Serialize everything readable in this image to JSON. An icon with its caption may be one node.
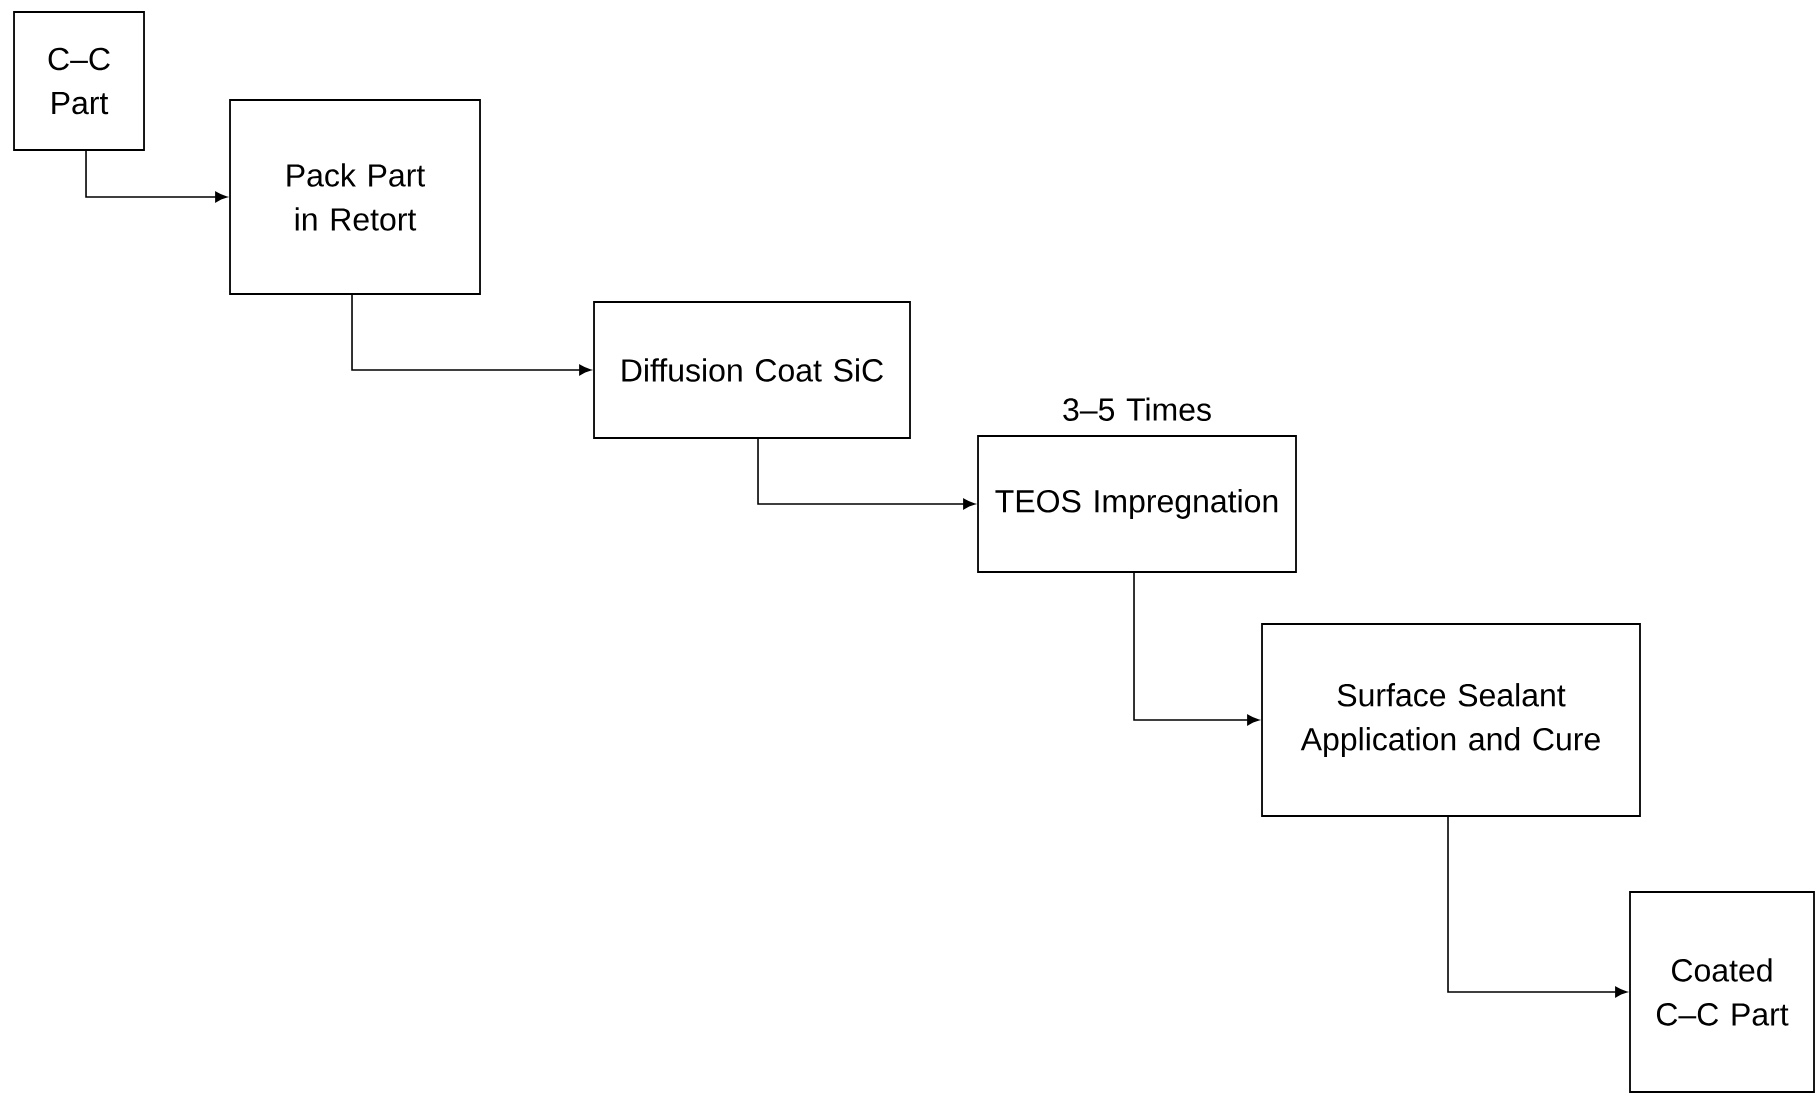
{
  "diagram": {
    "nodes": [
      {
        "text": [
          "C–C Part"
        ]
      },
      {
        "text": [
          "Pack Part in Retort"
        ]
      },
      {
        "text": [
          "Diffusion Coat SiC"
        ]
      },
      {
        "text": [
          "TEOS Impregnation"
        ],
        "beside": [
          "3–5 Times"
        ]
      },
      {
        "text": [
          "Surface Sealant Application and Cure"
        ]
      },
      {
        "text": [
          "Coated C–C Part"
        ]
      }
    ],
    "edges": [
      {
        "from": 0,
        "to": 1,
        "arrow": "to"
      },
      {
        "from": 1,
        "to": 2,
        "arrow": "to"
      },
      {
        "from": 2,
        "to": 3,
        "arrow": "to"
      },
      {
        "from": 3,
        "to": 4,
        "arrow": "to"
      },
      {
        "from": 4,
        "to": 5,
        "arrow": "to"
      }
    ]
  }
}
